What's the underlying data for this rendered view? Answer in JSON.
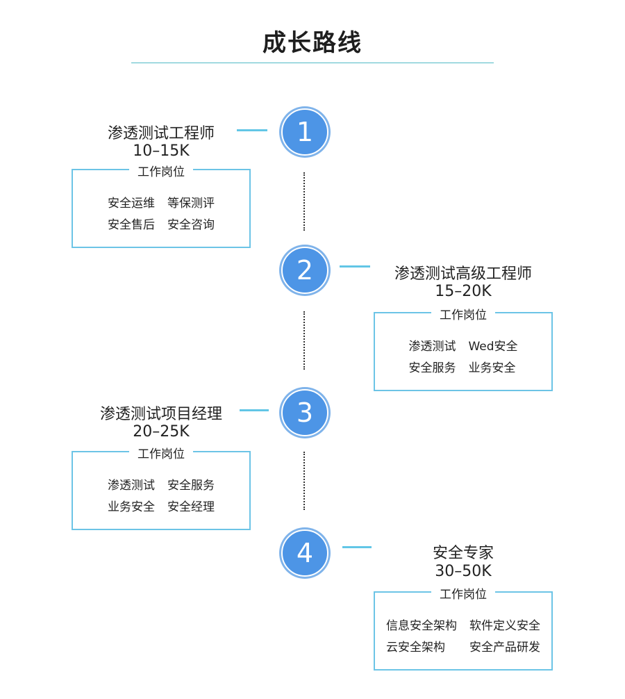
{
  "title": "成长路线",
  "position_label": "工作岗位",
  "stages": [
    {
      "number": "1",
      "job_title": "渗透测试工程师",
      "salary": "10–15K",
      "roles": [
        "安全运维",
        "等保测评",
        "安全售后",
        "安全咨询"
      ]
    },
    {
      "number": "2",
      "job_title": "渗透测试高级工程师",
      "salary": "15–20K",
      "roles": [
        "渗透测试",
        "Wed安全",
        "安全服务",
        "业务安全"
      ]
    },
    {
      "number": "3",
      "job_title": "渗透测试项目经理",
      "salary": "20–25K",
      "roles": [
        "渗透测试",
        "安全服务",
        "业务安全",
        "安全经理"
      ]
    },
    {
      "number": "4",
      "job_title": "安全专家",
      "salary": "30–50K",
      "roles": [
        "信息安全架构",
        "软件定义安全",
        "云安全架构",
        "安全产品研发"
      ]
    }
  ],
  "colors": {
    "circle": "#4d95e6",
    "accent": "#6cc4e6",
    "title_rule": "#4fb9c6"
  }
}
